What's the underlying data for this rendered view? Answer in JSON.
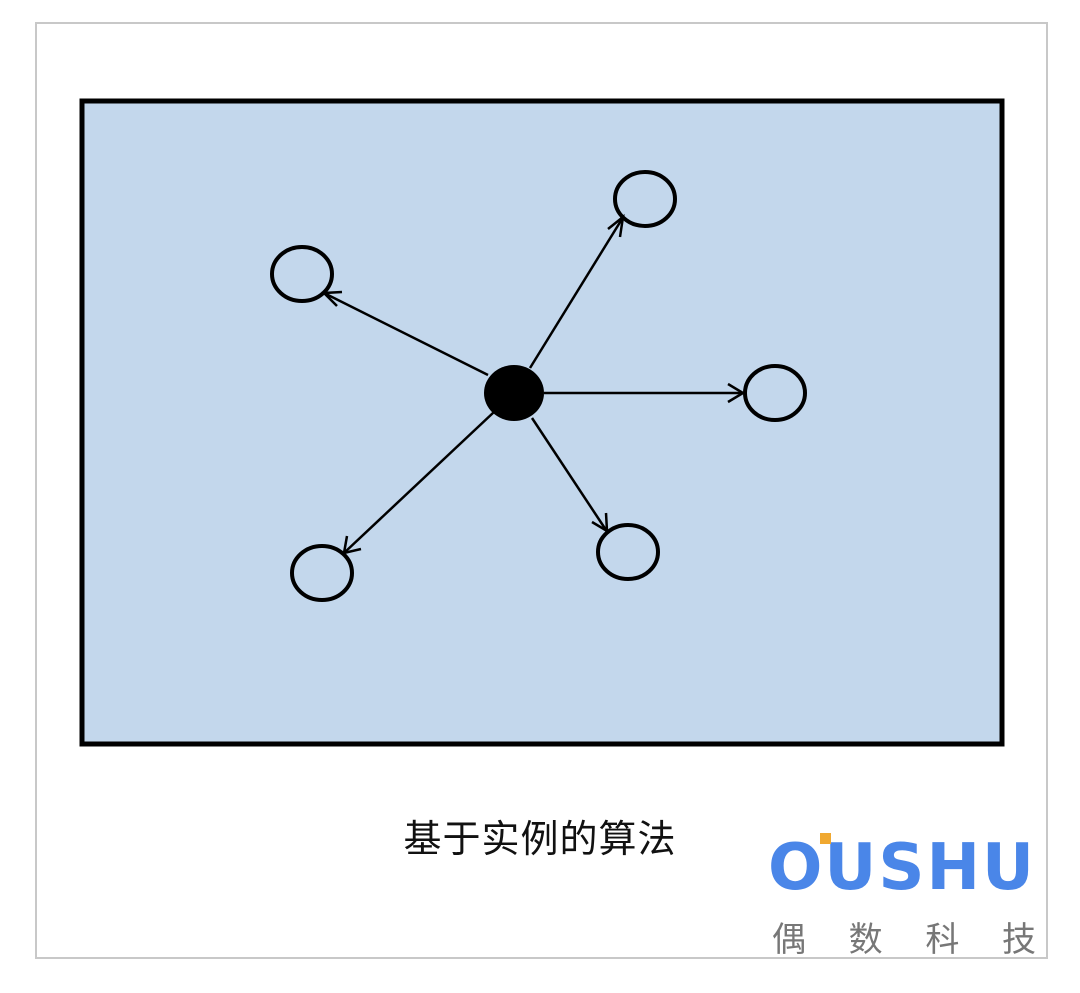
{
  "caption": "基于实例的算法",
  "logo": {
    "word": "OUSHU",
    "subtitle_chars": [
      "偶",
      "数",
      "科",
      "技"
    ],
    "brand_color": "#4a86e8",
    "accent_color": "#f0a830"
  },
  "colors": {
    "panel_fill": "#c3d7ec",
    "panel_border": "#000000",
    "node_stroke": "#000000",
    "center_fill": "#000000"
  }
}
